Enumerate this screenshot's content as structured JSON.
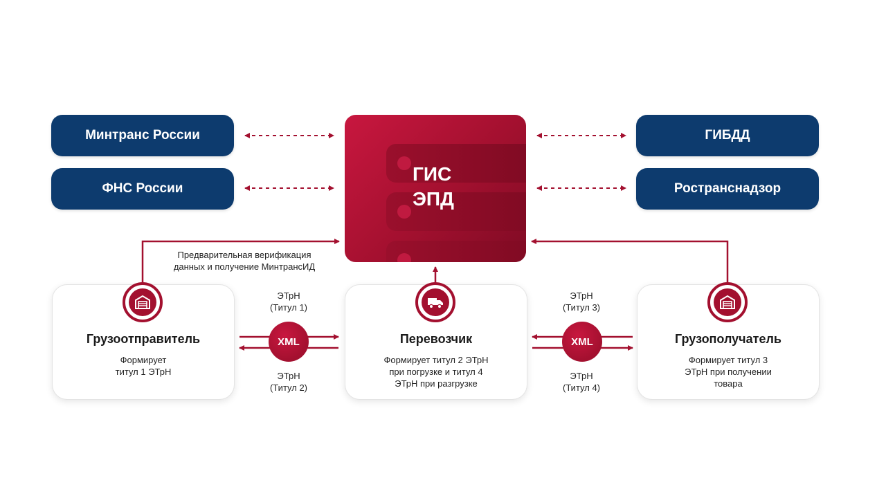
{
  "gis": {
    "line1": "ГИС",
    "line2": "ЭПД"
  },
  "agencies": {
    "mintrans": "Минтранс России",
    "fns": "ФНС России",
    "gibdd": "ГИБДД",
    "rostrans": "Ространснадзор"
  },
  "verification": {
    "line1": "Предварительная верификация",
    "line2": "данных и получение МинтрансИД"
  },
  "parties": {
    "shipper": {
      "name": "Грузоотправитель",
      "desc_line1": "Формирует",
      "desc_line2": "титул 1 ЭТрН",
      "icon": "warehouse-icon"
    },
    "carrier": {
      "name": "Перевозчик",
      "desc_line1": "Формирует титул 2 ЭТрН",
      "desc_line2": "при погрузке и титул 4",
      "desc_line3": "ЭТрН при разгрузке",
      "icon": "truck-icon"
    },
    "consignee": {
      "name": "Грузополучатель",
      "desc_line1": "Формирует титул 3",
      "desc_line2": "ЭТрН при получении",
      "desc_line3": "товара",
      "icon": "warehouse-icon"
    }
  },
  "exchange": {
    "xml_label": "XML",
    "left_top": {
      "line1": "ЭТрН",
      "line2": "(Титул 1)"
    },
    "left_bottom": {
      "line1": "ЭТрН",
      "line2": "(Титул 2)"
    },
    "right_top": {
      "line1": "ЭТрН",
      "line2": "(Титул 3)"
    },
    "right_bottom": {
      "line1": "ЭТрН",
      "line2": "(Титул 4)"
    }
  },
  "colors": {
    "navy": "#0d3b6e",
    "crimson": "#a3102f",
    "crimson_light": "#c8173f"
  }
}
